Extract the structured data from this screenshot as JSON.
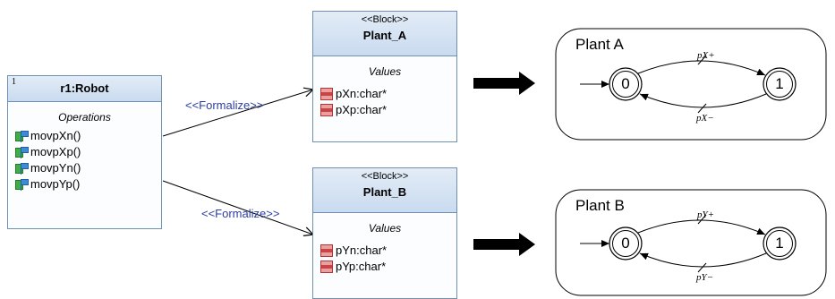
{
  "robot": {
    "multiplicity": "1",
    "name": "r1:Robot",
    "section": "Operations",
    "operations": [
      "movpXn()",
      "movpXp()",
      "movpYn()",
      "movpYp()"
    ]
  },
  "plant_a_block": {
    "stereotype": "<<Block>>",
    "name": "Plant_A",
    "section": "Values",
    "values": [
      "pXn:char*",
      "pXp:char*"
    ]
  },
  "plant_b_block": {
    "stereotype": "<<Block>>",
    "name": "Plant_B",
    "section": "Values",
    "values": [
      "pYn:char*",
      "pYp:char*"
    ]
  },
  "formalize_a": "<<Formalize>>",
  "formalize_b": "<<Formalize>>",
  "automaton_a": {
    "title": "Plant A",
    "state_0": "0",
    "state_1": "1",
    "top_transition": "pX+",
    "bottom_transition": "pX−"
  },
  "automaton_b": {
    "title": "Plant B",
    "state_0": "0",
    "state_1": "1",
    "top_transition": "pY+",
    "bottom_transition": "pY−"
  }
}
